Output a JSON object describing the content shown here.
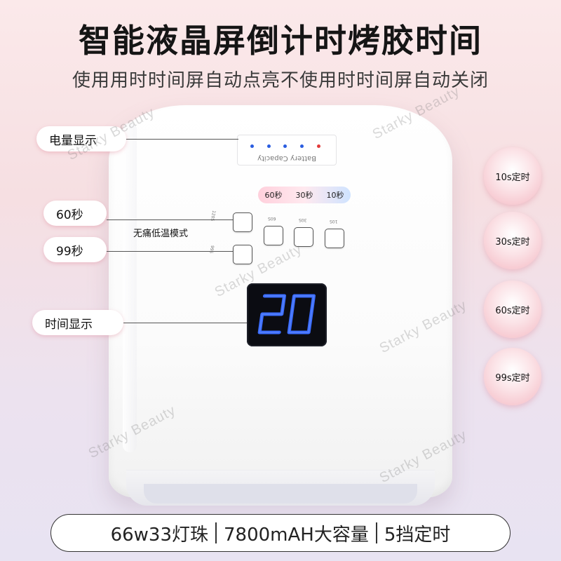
{
  "headline": {
    "title": "智能液晶屏倒计时烤胶时间",
    "subtitle": "使用用时时间屏自动点亮不使用时时间屏自动关闭"
  },
  "callouts": {
    "battery": "电量显示",
    "s60": "60秒",
    "s99": "99秒",
    "time_display": "时间显示"
  },
  "device": {
    "battery_label": "Battery Capacity",
    "time_pill": [
      "60秒",
      "30秒",
      "10秒"
    ],
    "button_labels": {
      "b1": "120S",
      "b2": "60S",
      "b3": "30S",
      "b4": "10S",
      "b5": "99S"
    },
    "painless_mode": "无痛低温模式",
    "display_value": "20"
  },
  "timers": [
    "10s定时",
    "30s定时",
    "60s定时",
    "99s定时"
  ],
  "watermark": "Starky Beauty",
  "spec_bar": {
    "items": [
      "66w33灯珠",
      "7800mAH大容量",
      "5挡定时"
    ]
  },
  "colors": {
    "digit": "#3a6cff",
    "accent_pink": "#f4b9c3"
  }
}
